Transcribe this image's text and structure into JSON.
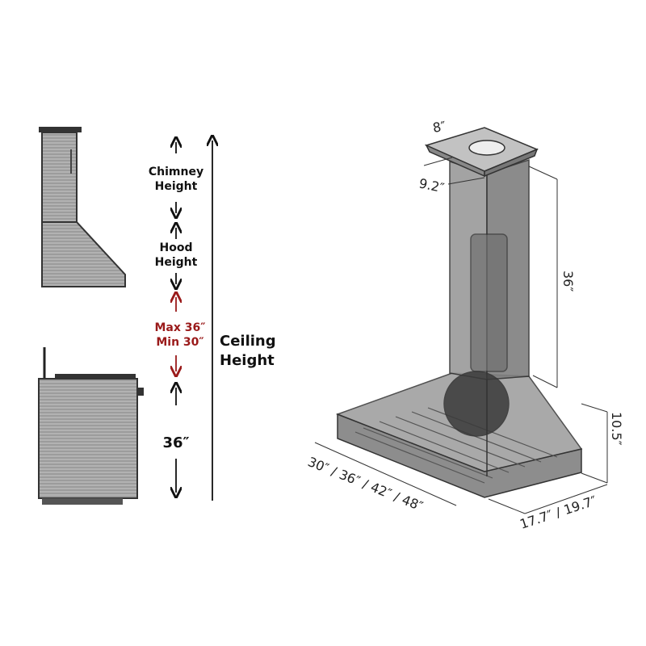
{
  "side_view": {
    "chimney_height": [
      "Chimney",
      "Height"
    ],
    "hood_height": [
      "Hood",
      "Height"
    ],
    "clearance": [
      "Max 36″",
      "Min 30″"
    ],
    "counter_height": "36″",
    "ceiling_height": [
      "Ceiling",
      "Height"
    ]
  },
  "iso_view": {
    "duct_width": "8″",
    "chimney_depth": "9.2″",
    "chimney_height": "36″",
    "hood_height": "10.5″",
    "widths": "30″ / 36″ / 42″ / 48″",
    "depths": "17.7″ / 19.7″"
  },
  "colors": {
    "accent_red": "#9a1a1a",
    "steel": "#8a8a8a"
  }
}
